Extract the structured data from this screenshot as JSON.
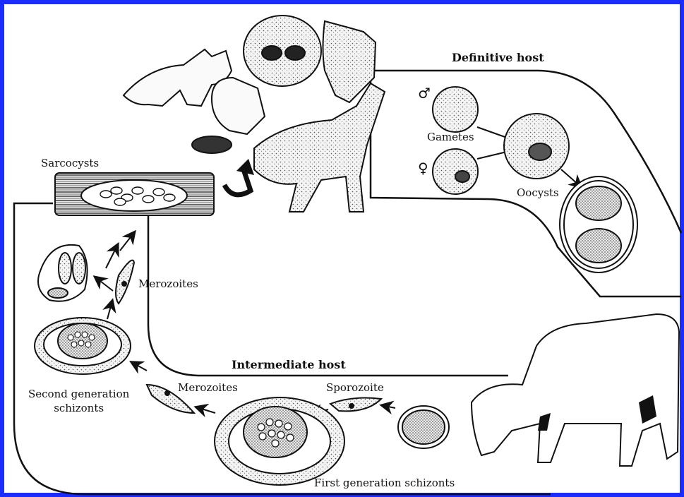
{
  "diagram": {
    "definitive_host": "Definitive host",
    "intermediate_host": "Intermediate host",
    "sarcocysts": "Sarcocysts",
    "merozoites_upper": "Merozoites",
    "merozoites_lower": "Merozoites",
    "gametes": "Gametes",
    "male_symbol": "♂",
    "female_symbol": "♀",
    "oocysts": "Oocysts",
    "sporozoite": "Sporozoite",
    "second_gen_line1": "Second generation",
    "second_gen_line2": "schizonts",
    "first_gen": "First generation schizonts"
  },
  "colors": {
    "frame_border": "#1a2cff",
    "line": "#111111",
    "fill_light": "#f2f2f2",
    "fill_dark": "#333333"
  }
}
